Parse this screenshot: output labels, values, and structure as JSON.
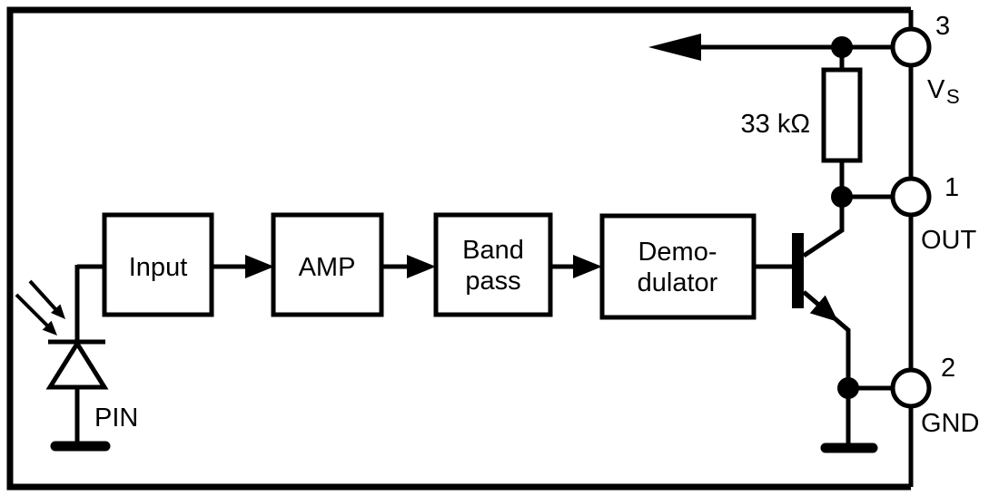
{
  "colors": {
    "line": "#000000",
    "background": "#ffffff"
  },
  "blocks": {
    "input": {
      "label": "Input"
    },
    "amp": {
      "label": "AMP"
    },
    "bandpass": {
      "line1": "Band",
      "line2": "pass"
    },
    "demodulator": {
      "line1": "Demo-",
      "line2": "dulator"
    }
  },
  "labels": {
    "resistor": "33 kΩ",
    "photodiode": "PIN"
  },
  "pins": {
    "vs": {
      "number": "3",
      "name_main": "V",
      "name_sub": "S"
    },
    "out": {
      "number": "1",
      "name": "OUT"
    },
    "gnd": {
      "number": "2",
      "name": "GND"
    }
  }
}
